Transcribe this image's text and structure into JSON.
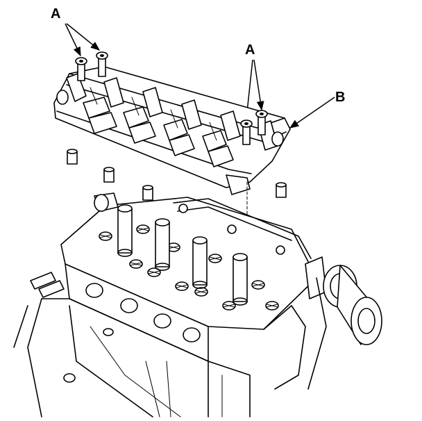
{
  "callouts": {
    "a_left": "A",
    "a_right": "A",
    "b": "B"
  },
  "colors": {
    "ink": "#000000",
    "paper": "#ffffff"
  }
}
